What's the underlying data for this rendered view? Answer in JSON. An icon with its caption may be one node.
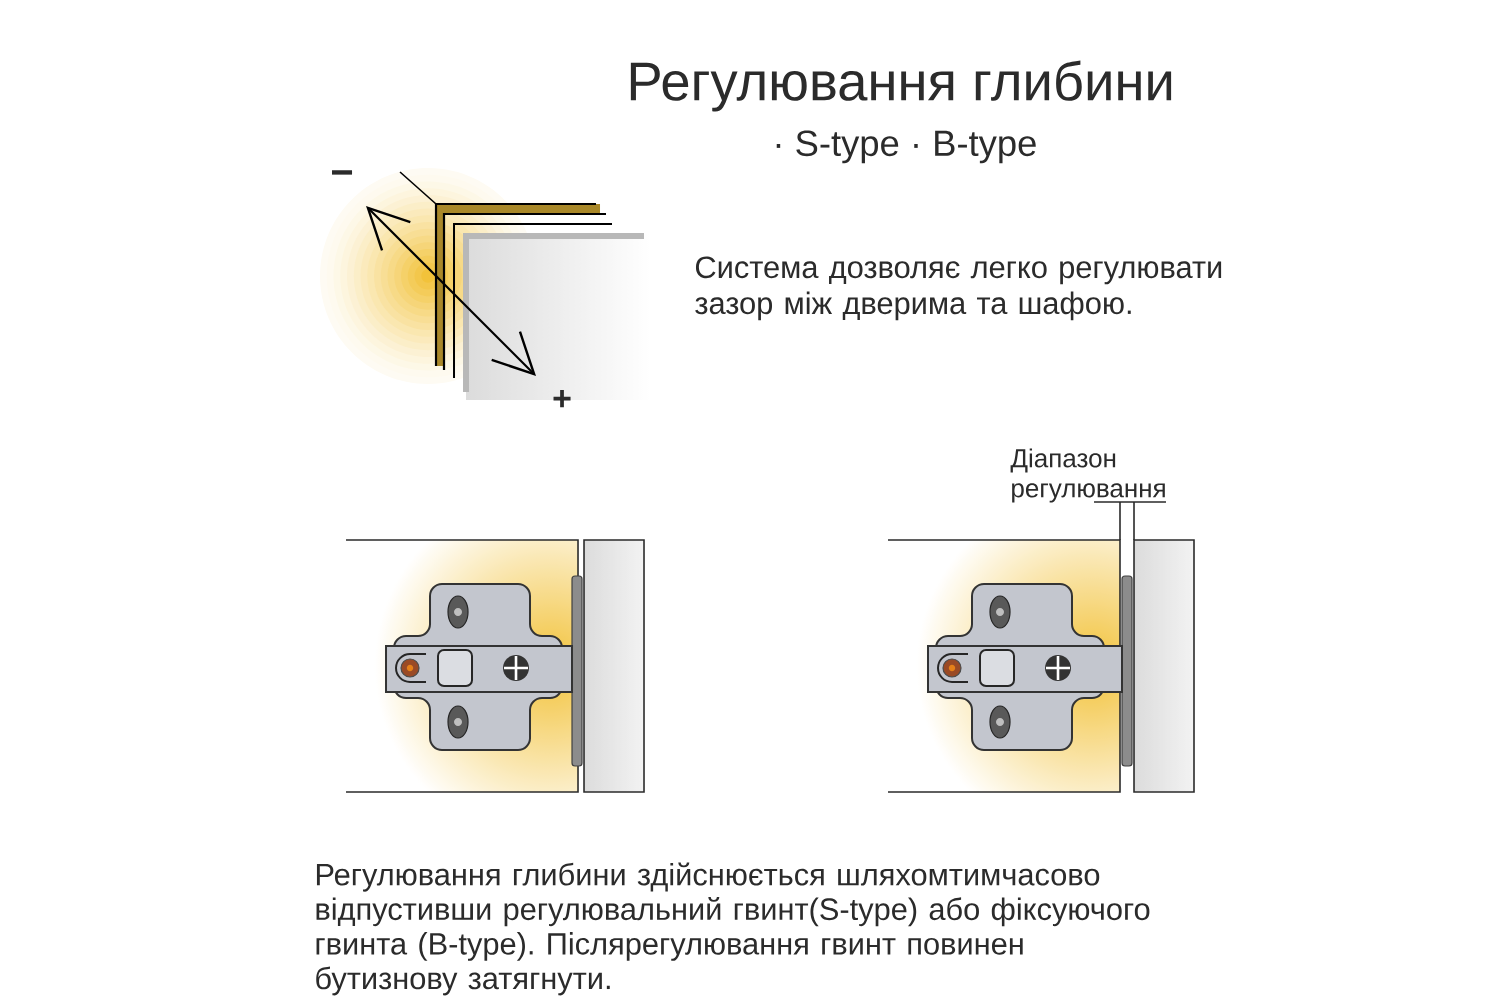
{
  "diagram": {
    "title": "Регулювання глибини",
    "labels": [
      "· S-type · B-type",
      "−",
      "+",
      "Система дозволяє легко регулювати зазор між дверима та шафою.",
      "Діапазон регулювання",
      "Регулювання глибини здійснюється шляхомтимчасово відпустивши регулювальний гвинт(S-type) або фіксуючого гвинта (B-type). Післярегулювання гвинт повинен бутизнову затягнути."
    ]
  }
}
